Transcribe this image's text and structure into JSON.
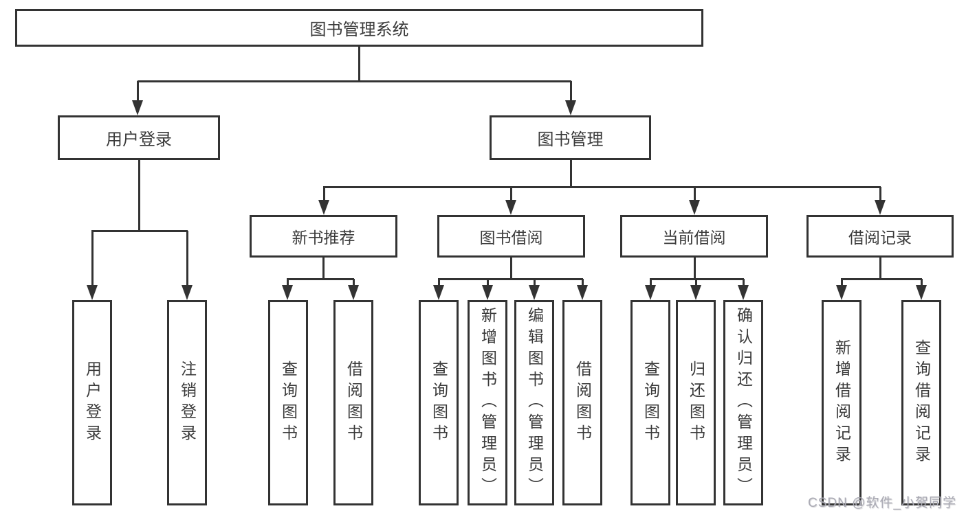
{
  "diagram": {
    "root": {
      "label": "图书管理系统"
    },
    "branches": [
      {
        "label": "用户登录",
        "children": [
          {
            "label": "用户登录"
          },
          {
            "label": "注销登录"
          }
        ]
      },
      {
        "label": "图书管理",
        "sections": [
          {
            "label": "新书推荐",
            "children": [
              {
                "label": "查询图书"
              },
              {
                "label": "借阅图书"
              }
            ]
          },
          {
            "label": "图书借阅",
            "children": [
              {
                "label": "查询图书"
              },
              {
                "label": "新增图书（管理员）"
              },
              {
                "label": "编辑图书（管理员）"
              },
              {
                "label": "借阅图书"
              }
            ]
          },
          {
            "label": "当前借阅",
            "children": [
              {
                "label": "查询图书"
              },
              {
                "label": "归还图书"
              },
              {
                "label": "确认归还（管理员）"
              }
            ]
          },
          {
            "label": "借阅记录",
            "children": [
              {
                "label": "新增借阅记录"
              },
              {
                "label": "查询借阅记录"
              }
            ]
          }
        ]
      }
    ]
  },
  "watermark": {
    "text": "CSDN @软件_小贺同学"
  },
  "colors": {
    "line": "#333333",
    "text": "#3a3a3a",
    "watermark": "#aaaab4",
    "background": "#ffffff"
  }
}
